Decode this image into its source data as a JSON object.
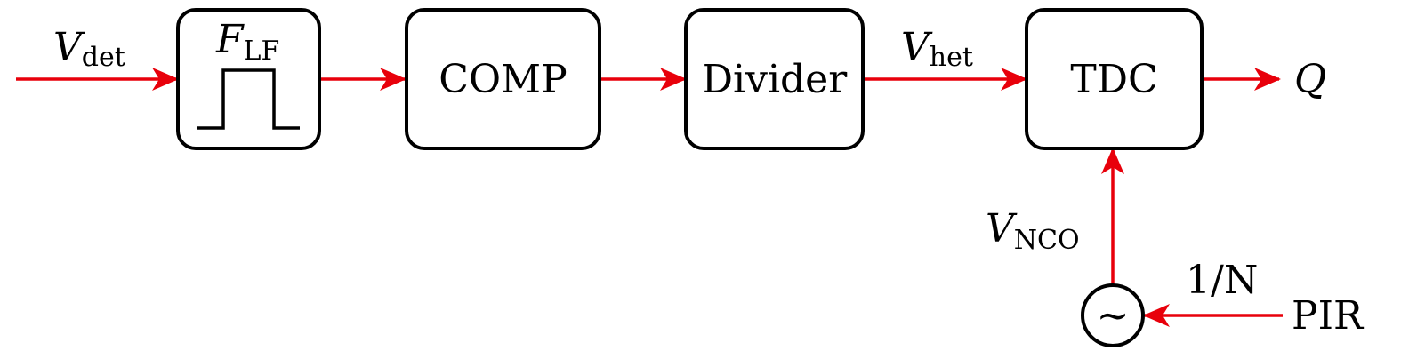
{
  "blocks": {
    "filter": {
      "label_main": "F",
      "label_sub": "LF"
    },
    "comp": {
      "label": "COMP"
    },
    "divider": {
      "label": "Divider"
    },
    "tdc": {
      "label": "TDC"
    }
  },
  "signals": {
    "v_det": {
      "main": "V",
      "sub": "det"
    },
    "v_het": {
      "main": "V",
      "sub": "het"
    },
    "v_nco": {
      "main": "V",
      "sub": "NCO"
    },
    "q": {
      "label": "Q"
    },
    "ratio": {
      "label": "1/N"
    },
    "pir": {
      "label": "PIR"
    }
  },
  "oscillator": {
    "symbol": "~"
  },
  "colors": {
    "wire": "#e8000b",
    "block_stroke": "#000000",
    "background": "#ffffff"
  }
}
